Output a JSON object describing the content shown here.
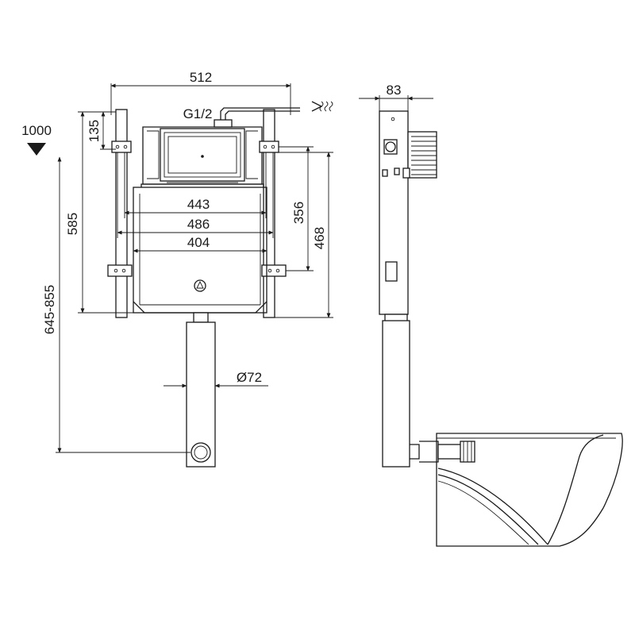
{
  "dimensions": {
    "width_total": "512",
    "height_upper": "135",
    "inlet_thread": "G1/2",
    "level_mark": "1000",
    "frame_inner_width": "443",
    "frame_outer_width": "486",
    "tank_width": "404",
    "bracket_spacing": "356",
    "frame_height": "585",
    "bracket_height": "468",
    "height_range": "645-855",
    "pipe_diameter": "Ø72",
    "depth": "83"
  },
  "colors": {
    "line": "#1a1a1a",
    "background": "#ffffff"
  }
}
